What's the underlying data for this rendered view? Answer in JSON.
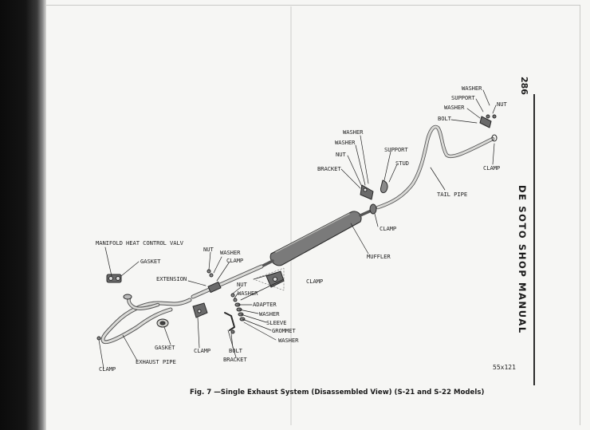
{
  "page": {
    "number": "286",
    "running_title": "DE SOTO SHOP MANUAL",
    "figure_number": "55x121",
    "caption": "Fig. 7 —Single Exhaust System (Disassembled View) (S-21 and S-22 Models)"
  },
  "labels": {
    "washer_top": "WASHER",
    "support_top": "SUPPORT",
    "washer_top2": "WASHER",
    "nut_top": "NUT",
    "bolt_top": "BOLT",
    "clamp_tail": "CLAMP",
    "tail_pipe": "TAIL PIPE",
    "washer_mid1": "WASHER",
    "washer_mid2": "WASHER",
    "nut_mid": "NUT",
    "bracket_mid": "BRACKET",
    "support_mid": "SUPPORT",
    "stud_mid": "STUD",
    "clamp_mid": "CLAMP",
    "muffler": "MUFFLER",
    "manifold_valve": "MANIFOLD HEAT CONTROL VALV",
    "gasket_top": "GASKET",
    "nut_ext": "NUT",
    "washer_ext": "WASHER",
    "clamp_ext": "CLAMP",
    "extension": "EXTENSION",
    "nut_lower": "NUT",
    "washer_lower": "WASHER",
    "clamp_lower_right": "CLAMP",
    "adapter": "ADAPTER",
    "washer_lower2": "WASHER",
    "sleeve": "SLEEVE",
    "grommet": "GROMMET",
    "washer_lower3": "WASHER",
    "gasket_lower": "GASKET",
    "clamp_lower": "CLAMP",
    "bolt_lower": "BOLT",
    "bracket_lower": "BRACKET",
    "clamp_bottom": "CLAMP",
    "exhaust_pipe": "EXHAUST PIPE"
  }
}
